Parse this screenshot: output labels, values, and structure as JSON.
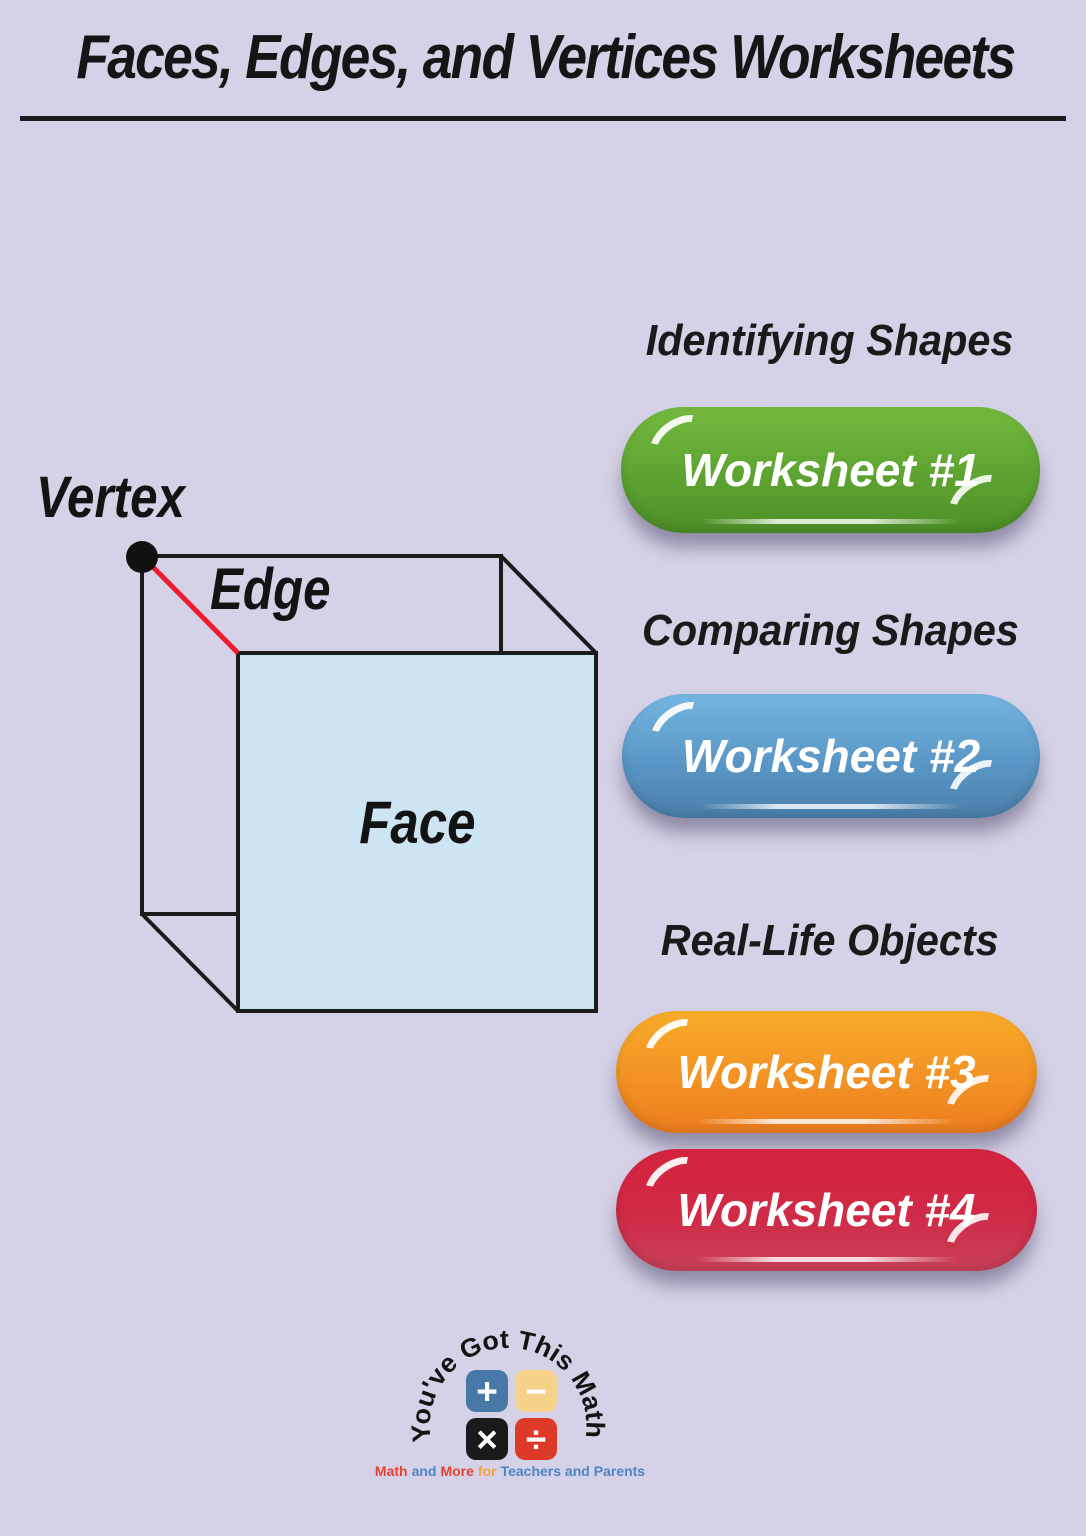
{
  "page": {
    "title": "Faces, Edges, and Vertices Worksheets",
    "background_color": "#d5d1e6"
  },
  "diagram": {
    "vertex_label": "Vertex",
    "edge_label": "Edge",
    "face_label": "Face",
    "face_fill_color": "#cde4f3",
    "outline_color": "#1b1b1b",
    "highlighted_edge_color": "#ec1c2e"
  },
  "sections": [
    {
      "heading": "Identifying Shapes",
      "buttons": [
        {
          "label": "Worksheet #1",
          "color_top": "#74b83e",
          "color_bottom": "#4d9028"
        }
      ]
    },
    {
      "heading": "Comparing Shapes",
      "buttons": [
        {
          "label": "Worksheet #2",
          "color_top": "#75b5e1",
          "color_bottom": "#4b80ad"
        }
      ]
    },
    {
      "heading": "Real-Life Objects",
      "buttons": [
        {
          "label": "Worksheet #3",
          "color_top": "#f8ab29",
          "color_bottom": "#ee7d1e"
        },
        {
          "label": "Worksheet #4",
          "color_top": "#d5233f",
          "color_bottom": "#ca4159"
        }
      ]
    }
  ],
  "logo": {
    "arch_text": "You've Got This Math",
    "tiles": [
      {
        "name": "plus",
        "glyph": "+",
        "color": "#4878a8"
      },
      {
        "name": "minus",
        "glyph": "−",
        "color": "#f6d189"
      },
      {
        "name": "multiply",
        "glyph": "×",
        "color": "#1a1a1a"
      },
      {
        "name": "divide",
        "glyph": "÷",
        "color": "#de3a2a"
      }
    ],
    "tagline": [
      {
        "text": "Math",
        "color": "#e04331"
      },
      {
        "text": "and",
        "color": "#4d84c4"
      },
      {
        "text": "More",
        "color": "#e04331"
      },
      {
        "text": "for",
        "color": "#f0a23c"
      },
      {
        "text": "Teachers and Parents",
        "color": "#4d84c4"
      }
    ]
  }
}
